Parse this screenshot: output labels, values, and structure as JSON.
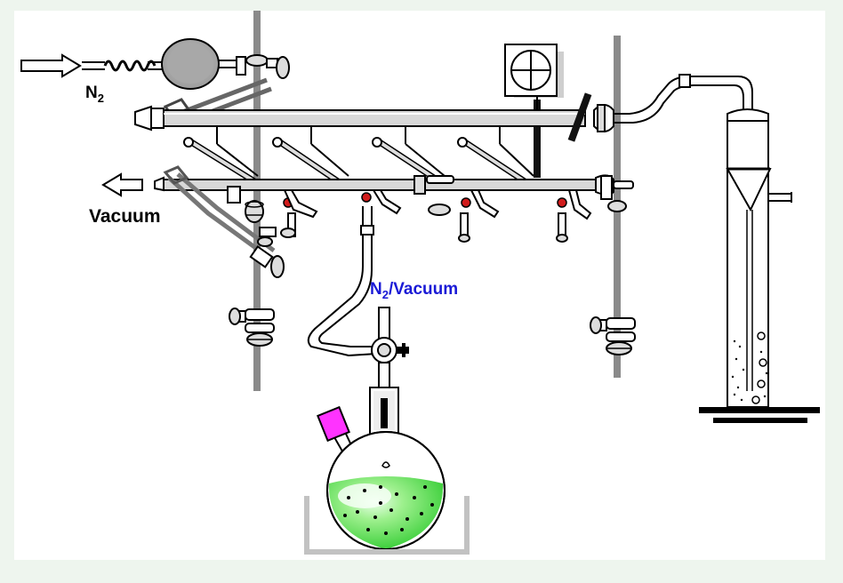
{
  "labels": {
    "n2_inlet": "N",
    "n2_inlet_sub": "2",
    "vacuum": "Vacuum",
    "flask_line_pre": "N",
    "flask_line_sub": "2",
    "flask_line_post": "/Vacuum"
  },
  "colors": {
    "page_background": "#eef5ee",
    "panel": "#ffffff",
    "glass_gray": "#d3d3d3",
    "stand_gray": "#8a8a8a",
    "solution_green": "#55dd44",
    "stopper_magenta": "#ff33ff",
    "valve_red": "#d11c1c",
    "label_blue": "#1a1ad6",
    "label_black": "#000000"
  }
}
